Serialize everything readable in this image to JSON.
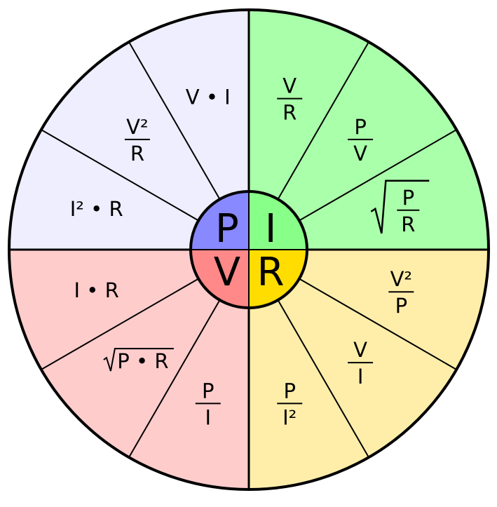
{
  "quadrants": [
    {
      "letter": "P",
      "color": "#eeeeff",
      "inner_color": "#8888ff",
      "formulas": [
        {
          "type": "product",
          "parts": [
            "V",
            "•",
            "I"
          ]
        },
        {
          "type": "fraction",
          "num": "V²",
          "den": "R"
        },
        {
          "type": "product",
          "parts": [
            "I²",
            "•",
            "R"
          ]
        }
      ]
    },
    {
      "letter": "I",
      "color": "#aaffaa",
      "inner_color": "#88ff88",
      "formulas": [
        {
          "type": "fraction",
          "num": "V",
          "den": "R"
        },
        {
          "type": "fraction",
          "num": "P",
          "den": "V"
        },
        {
          "type": "sqrt-fraction",
          "num": "P",
          "den": "R"
        }
      ]
    },
    {
      "letter": "R",
      "color": "#ffeeaa",
      "inner_color": "#ffdd00",
      "formulas": [
        {
          "type": "fraction",
          "num": "V²",
          "den": "P"
        },
        {
          "type": "fraction",
          "num": "V",
          "den": "I"
        },
        {
          "type": "fraction",
          "num": "P",
          "den": "I²"
        }
      ]
    },
    {
      "letter": "V",
      "color": "#ffcccc",
      "inner_color": "#ff8888",
      "formulas": [
        {
          "type": "product",
          "parts": [
            "I",
            "•",
            "R"
          ]
        },
        {
          "type": "sqrt-product",
          "parts": [
            "P",
            "•",
            "R"
          ]
        },
        {
          "type": "fraction",
          "num": "P",
          "den": "I"
        }
      ]
    }
  ]
}
